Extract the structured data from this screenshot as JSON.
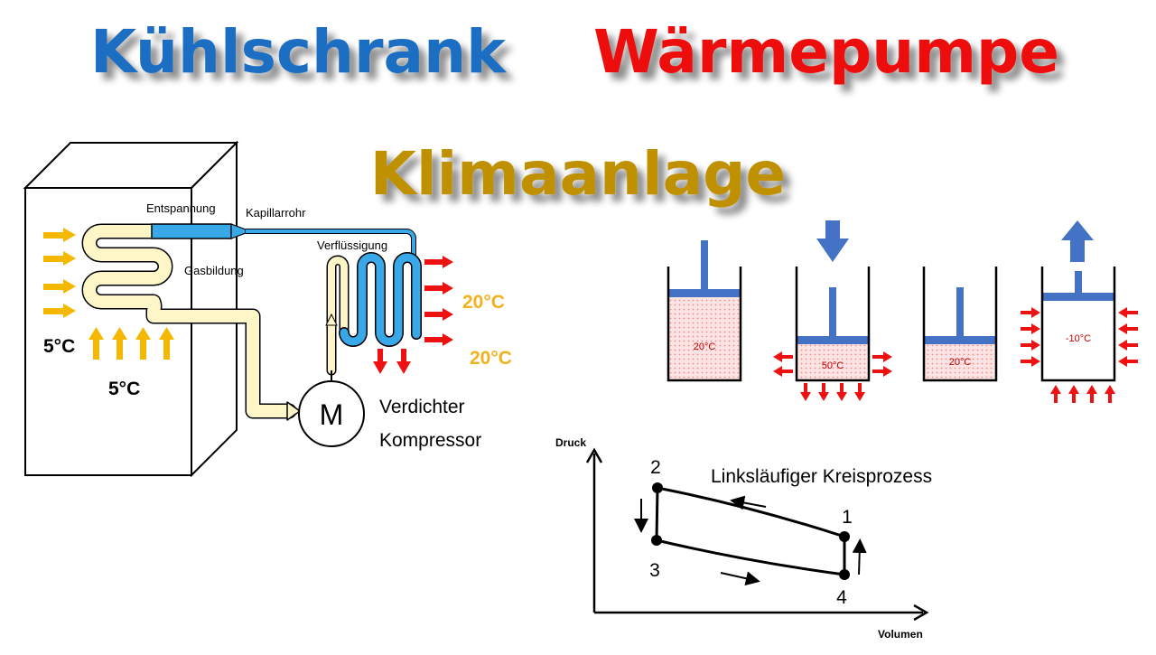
{
  "title": {
    "part1": "Kühlschrank",
    "part2": "Wärmepumpe",
    "part3": "Klimaanlage"
  },
  "fridge": {
    "entspannung": "Entspannung",
    "kapillarrohr": "Kapillarrohr",
    "gasbildung": "Gasbildung",
    "verfluessigung": "Verflüssigung",
    "temp_inside_left": "5°C",
    "temp_inside_bottom": "5°C",
    "temp_out_1": "20°C",
    "temp_out_2": "20°C",
    "motor_symbol": "M",
    "verdichter": "Verdichter",
    "kompressor": "Kompressor"
  },
  "cylinders": [
    {
      "temp": "20°C"
    },
    {
      "temp": "50°C"
    },
    {
      "temp": "20°C"
    },
    {
      "temp": "-10°C"
    }
  ],
  "pv_diagram": {
    "ylabel": "Druck",
    "xlabel": "Volumen",
    "title": "Linksläufiger Kreisprozess",
    "points": [
      {
        "label": "1"
      },
      {
        "label": "2"
      },
      {
        "label": "3"
      },
      {
        "label": "4"
      }
    ]
  },
  "colors": {
    "title_blue": "#1b6ec2",
    "title_red": "#ee1111",
    "title_gold": "#bf9000",
    "pipe_cold": "#fff6c8",
    "pipe_hot": "#39a8e8",
    "arrow_heat_in": "#f5b800",
    "arrow_heat_out": "#ee1111",
    "piston_blue": "#4472c4",
    "temp_orange": "#f2b21e"
  }
}
